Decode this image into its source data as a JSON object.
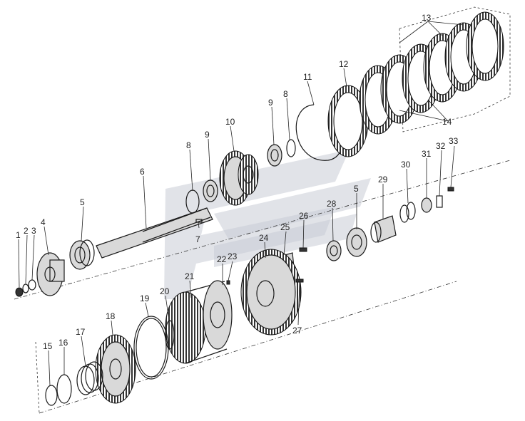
{
  "callouts": [
    {
      "id": "c1",
      "text": "1"
    },
    {
      "id": "c2",
      "text": "2"
    },
    {
      "id": "c3",
      "text": "3"
    },
    {
      "id": "c4",
      "text": "4"
    },
    {
      "id": "c5a",
      "text": "5"
    },
    {
      "id": "c6",
      "text": "6"
    },
    {
      "id": "c7",
      "text": "7"
    },
    {
      "id": "c8a",
      "text": "8"
    },
    {
      "id": "c9a",
      "text": "9"
    },
    {
      "id": "c10",
      "text": "10"
    },
    {
      "id": "c9b",
      "text": "9"
    },
    {
      "id": "c8b",
      "text": "8"
    },
    {
      "id": "c11",
      "text": "11"
    },
    {
      "id": "c12",
      "text": "12"
    },
    {
      "id": "c13",
      "text": "13"
    },
    {
      "id": "c14",
      "text": "14"
    },
    {
      "id": "c5b",
      "text": "5"
    },
    {
      "id": "c28",
      "text": "28"
    },
    {
      "id": "c29",
      "text": "29"
    },
    {
      "id": "c30",
      "text": "30"
    },
    {
      "id": "c31",
      "text": "31"
    },
    {
      "id": "c32",
      "text": "32"
    },
    {
      "id": "c33",
      "text": "33"
    },
    {
      "id": "c26",
      "text": "26"
    },
    {
      "id": "c25",
      "text": "25"
    },
    {
      "id": "c24",
      "text": "24"
    },
    {
      "id": "c23",
      "text": "23"
    },
    {
      "id": "c22",
      "text": "22"
    },
    {
      "id": "c21",
      "text": "21"
    },
    {
      "id": "c20",
      "text": "20"
    },
    {
      "id": "c19",
      "text": "19"
    },
    {
      "id": "c18",
      "text": "18"
    },
    {
      "id": "c17",
      "text": "17"
    },
    {
      "id": "c16",
      "text": "16"
    },
    {
      "id": "c15",
      "text": "15"
    },
    {
      "id": "c27",
      "text": "27"
    }
  ]
}
